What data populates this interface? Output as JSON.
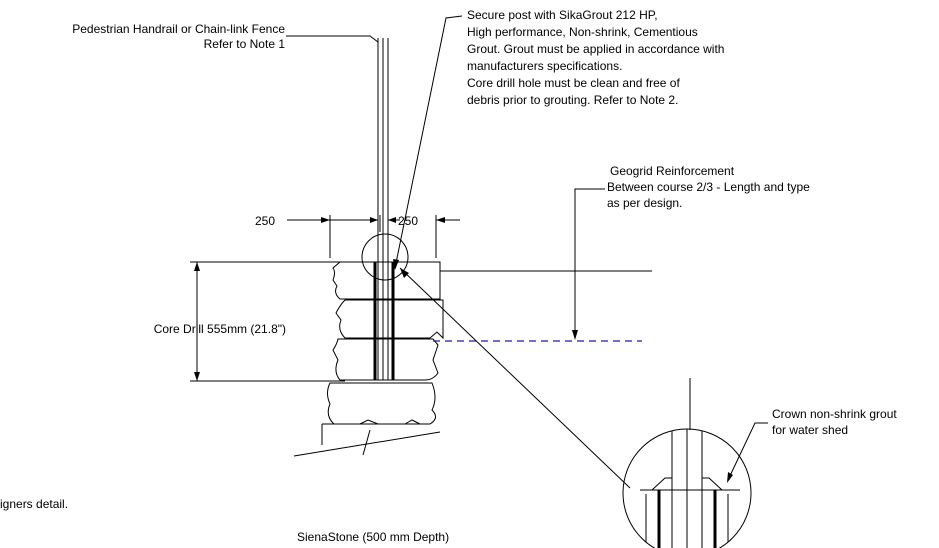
{
  "labels": {
    "handrail_line1": "Pedestrian Handrail or Chain-link Fence",
    "handrail_line2": "Refer to Note 1",
    "grout_lines": [
      "Secure post with SikaGrout 212 HP,",
      "High performance, Non-shrink, Cementious",
      "Grout.   Grout must be applied in accordance with",
      "manufacturers specifications.",
      "Core drill hole must be clean and free of",
      "debris prior to grouting.    Refer to Note 2."
    ],
    "geogrid_line1": "Geogrid Reinforcement",
    "geogrid_line2": "Between course 2/3 - Length and type",
    "geogrid_line3": "as per design.",
    "dim_left": "250",
    "dim_right": "250",
    "core_drill": "Core Drill 555mm (21.8\")",
    "crown_line1": "Crown non-shrink grout",
    "crown_line2": "for water shed",
    "designers_fragment": "igners detail.",
    "caption": "SienaStone (500 mm Depth)"
  },
  "colors": {
    "line": "#000000",
    "geogrid_dashed": "#1a1aa8"
  }
}
